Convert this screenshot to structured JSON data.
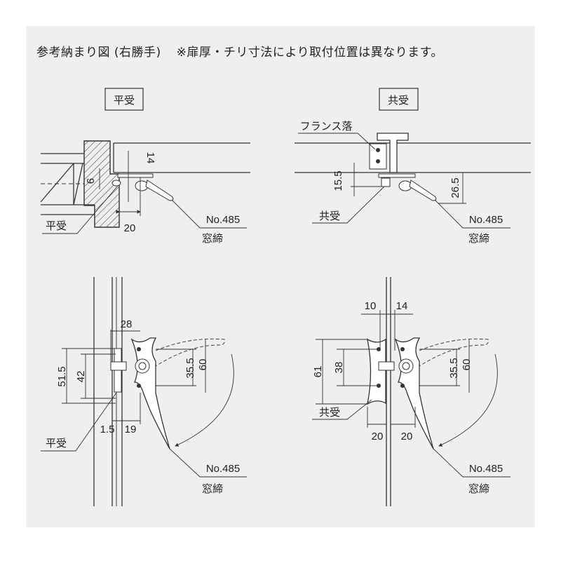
{
  "header": {
    "title": "参考納まり図 (右勝手)",
    "note": "※扉厚・チリ寸法により取付位置は異なります。"
  },
  "top_left": {
    "box_label": "平受",
    "dim_14": "14",
    "dim_9": "9",
    "dim_20": "20",
    "strike_label": "平受",
    "model": "No.485",
    "part": "窓締"
  },
  "top_right": {
    "box_label": "共受",
    "flange_label": "フランス落",
    "dim_15_5": "15.5",
    "dim_26_5": "26.5",
    "strike_label": "共受",
    "model": "No.485",
    "part": "窓締"
  },
  "bottom_left": {
    "dim_28": "28",
    "dim_51_5": "51.5",
    "dim_42": "42",
    "dim_35_5": "35.5",
    "dim_60": "60",
    "dim_1_5": "1.5",
    "dim_19": "19",
    "strike_label": "平受",
    "model": "No.485",
    "part": "窓締"
  },
  "bottom_right": {
    "dim_10": "10",
    "dim_14": "14",
    "dim_61": "61",
    "dim_38": "38",
    "dim_35_5": "35.5",
    "dim_60": "60",
    "strike_label": "共受",
    "dim_20_left": "20",
    "dim_20_right": "20",
    "model": "No.485",
    "part": "窓締"
  }
}
